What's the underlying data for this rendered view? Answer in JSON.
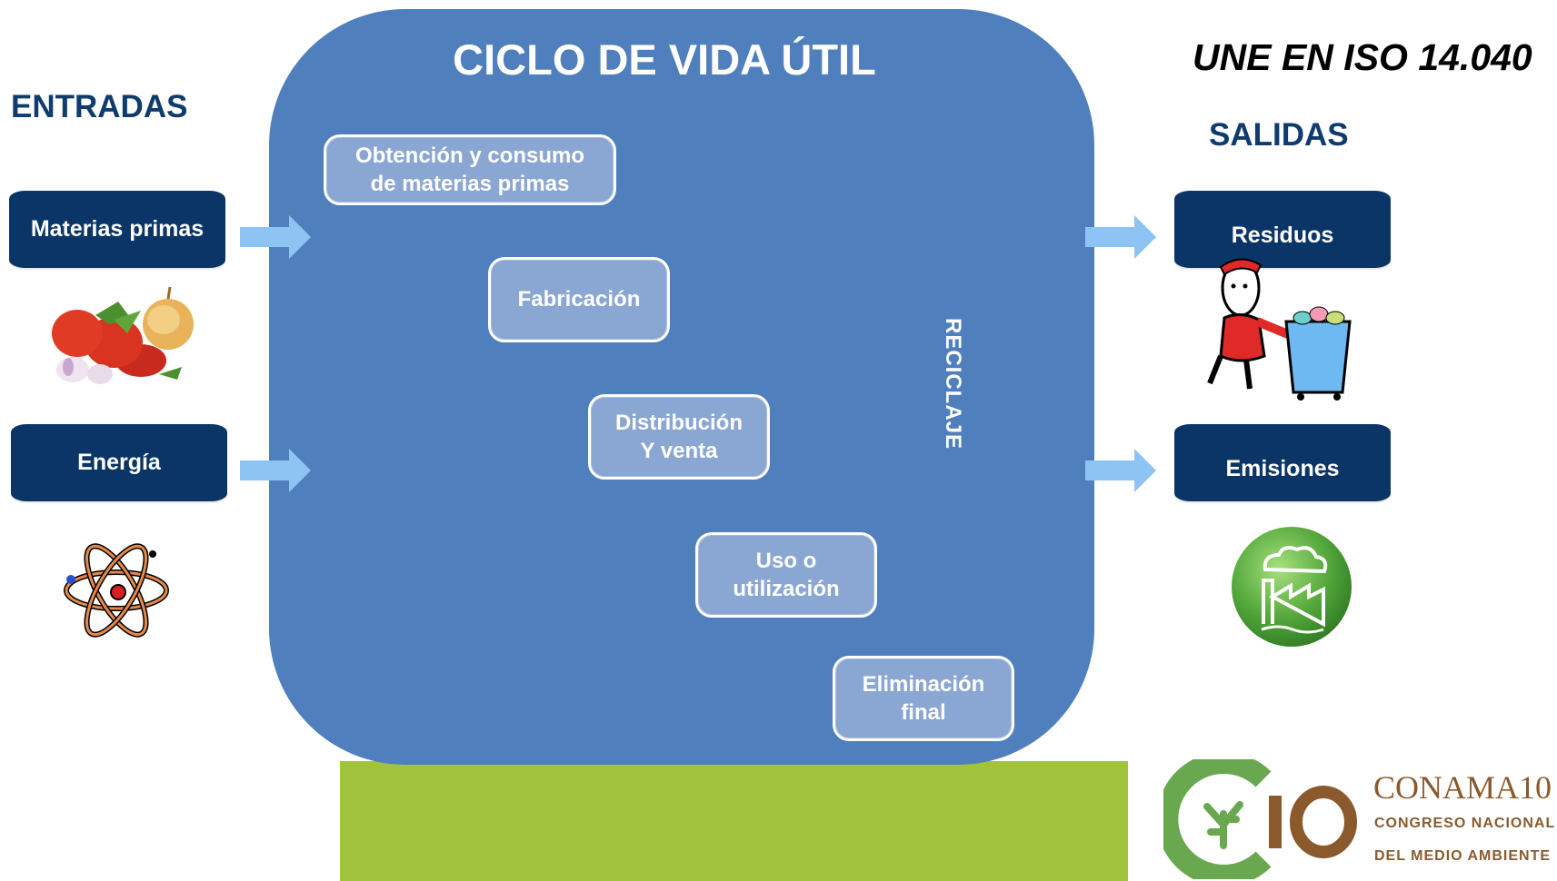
{
  "header": {
    "cycle_title": "CICLO DE VIDA ÚTIL",
    "standard": "UNE EN ISO 14.040"
  },
  "inputs": {
    "title": "ENTRADAS",
    "items": [
      {
        "label": "Materias primas",
        "icon": "vegetables-icon"
      },
      {
        "label": "Energía",
        "icon": "atom-icon"
      }
    ]
  },
  "outputs": {
    "title": "SALIDAS",
    "items": [
      {
        "label": "Residuos",
        "icon": "waste-cart-icon"
      },
      {
        "label": "Emisiones",
        "icon": "factory-emissions-icon"
      }
    ]
  },
  "cycle": {
    "steps": [
      {
        "line1": "Obtención y consumo",
        "line2": "de materias primas"
      },
      {
        "line1": "Fabricación",
        "line2": ""
      },
      {
        "line1": "Distribución",
        "line2": "Y venta"
      },
      {
        "line1": "Uso o",
        "line2": "utilización"
      },
      {
        "line1": "Eliminación",
        "line2": "final"
      }
    ],
    "recycle_label": "RECICLAJE"
  },
  "logo": {
    "mark": "10",
    "name": "CONAMA10",
    "line1": "CONGRESO NACIONAL",
    "line2": "DEL MEDIO AMBIENTE"
  },
  "colors": {
    "cycle_bg": "#4f7fbd",
    "pill_bg": "#0b3566",
    "arrow": "#8ec4f4",
    "green": "#a2c43d",
    "logo_brown": "#8a5a2d",
    "logo_green": "#6aa84f"
  }
}
